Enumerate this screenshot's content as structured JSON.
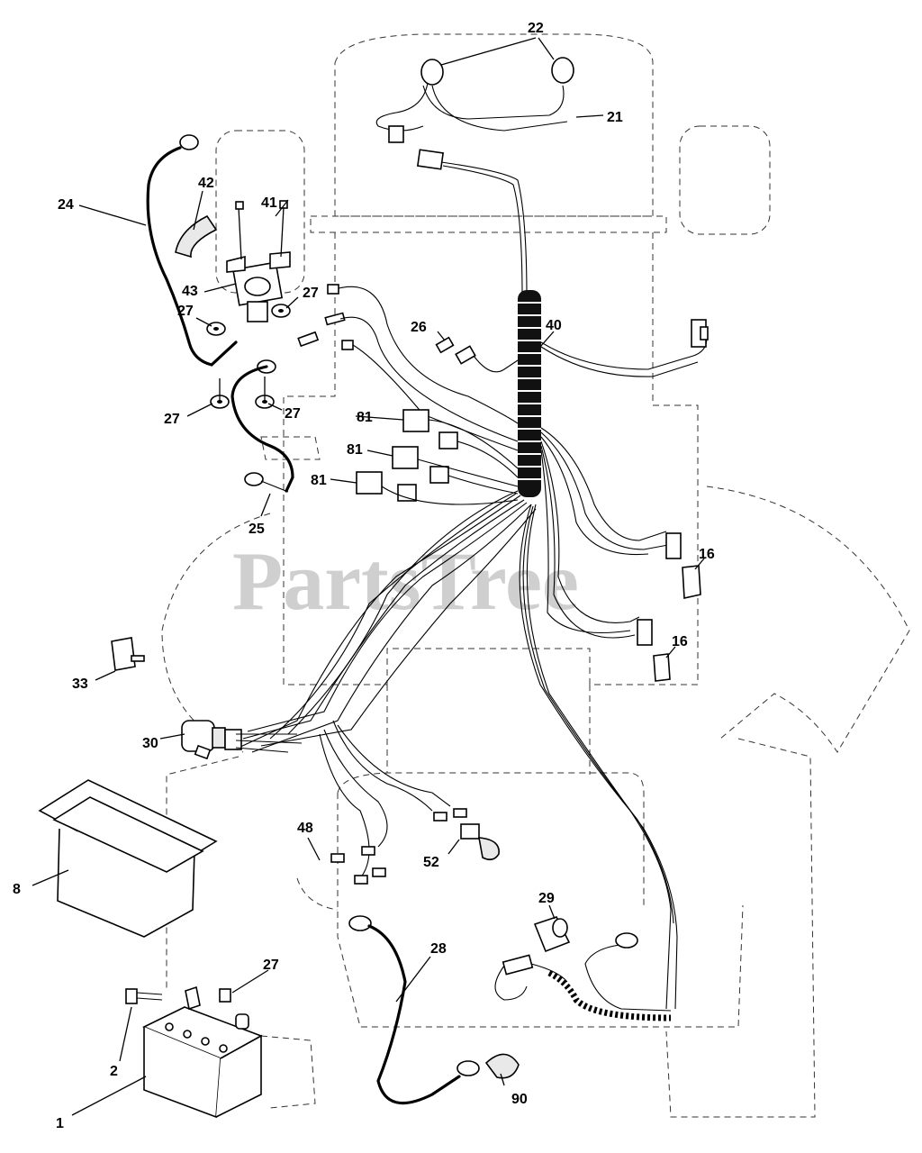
{
  "watermark": "PartsTree",
  "callouts": {
    "c22": "22",
    "c21": "21",
    "c24": "24",
    "c42": "42",
    "c41": "41",
    "c43": "43",
    "c27a": "27",
    "c27b": "27",
    "c27c": "27",
    "c27d": "27",
    "c27e": "27",
    "c26": "26",
    "c40": "40",
    "c81a": "81",
    "c81b": "81",
    "c81c": "81",
    "c25": "25",
    "c16a": "16",
    "c16b": "16",
    "c33": "33",
    "c30": "30",
    "c48": "48",
    "c52": "52",
    "c8": "8",
    "c29": "29",
    "c28": "28",
    "c2": "2",
    "c1": "1",
    "c90": "90"
  }
}
